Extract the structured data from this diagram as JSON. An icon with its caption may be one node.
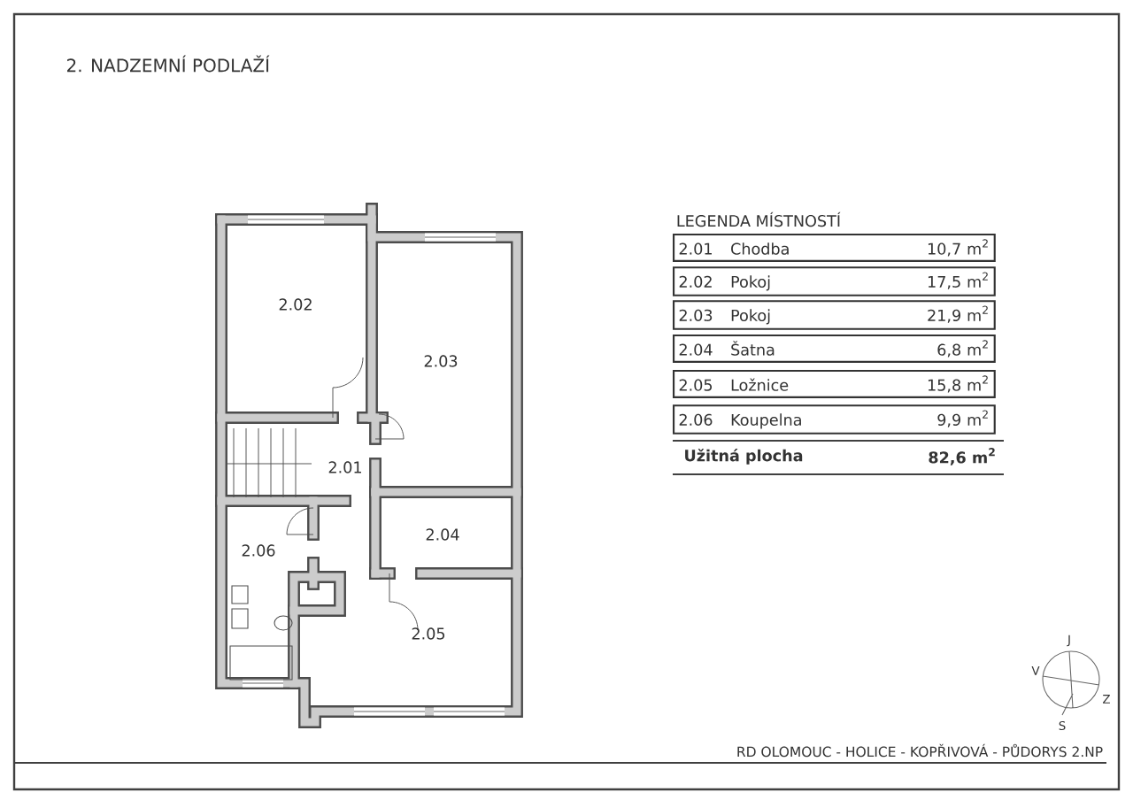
{
  "diagram": {
    "title": "2. NADZEMNÍ PODLAŽÍ",
    "nodes": [
      {
        "text": [
          "2.01",
          "Chodba",
          "10,7 m$^{2}$"
        ]
      },
      {
        "text": [
          "2.02",
          "Pokoj",
          "17,5 m$^{2}$"
        ]
      },
      {
        "text": [
          "2.03",
          "Pokoj",
          "21,9 m$^{2}$"
        ]
      },
      {
        "text": [
          "2.04",
          "Šatna",
          "6,8 m$^{2}$"
        ]
      },
      {
        "text": [
          "2.05",
          "Ložnice",
          "15,8 m$^{2}$"
        ]
      },
      {
        "text": [
          "2.06",
          "Koupelna",
          "9,9 m$^{2}$"
        ]
      }
    ],
    "labels": [
      "2.02",
      "2.03",
      "2.01",
      "2.04",
      "2.06",
      "2.05",
      "LEGENDA MÍSTNOSTÍ",
      "Užitná plocha",
      "82,6 m$^{2}$",
      "J",
      "V",
      "Z",
      "S",
      "RD OLOMOUC - HOLICE - KOPŘIVOVÁ - PŮDORYS 2.NP"
    ]
  }
}
